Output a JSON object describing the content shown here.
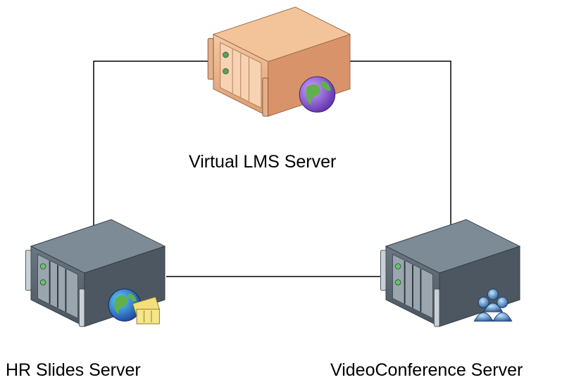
{
  "diagram": {
    "nodes": [
      {
        "id": "lms",
        "label": "Virtual LMS Server",
        "style": "orange",
        "badge": "globe-icon"
      },
      {
        "id": "hr",
        "label": "HR Slides Server",
        "style": "slate",
        "badge": "globe-with-slides-icon"
      },
      {
        "id": "vc",
        "label": "VideoConference Server",
        "style": "slate",
        "badge": "users-icon"
      }
    ],
    "edges": [
      {
        "from": "lms",
        "to": "hr"
      },
      {
        "from": "lms",
        "to": "vc"
      },
      {
        "from": "hr",
        "to": "vc"
      }
    ],
    "colors": {
      "orange_top": "#f3c39a",
      "orange_front": "#e7a67a",
      "orange_side": "#d9936a",
      "slate_top": "#7d8b97",
      "slate_front": "#5b6772",
      "slate_side": "#4c5761",
      "connector": "#000000"
    }
  }
}
